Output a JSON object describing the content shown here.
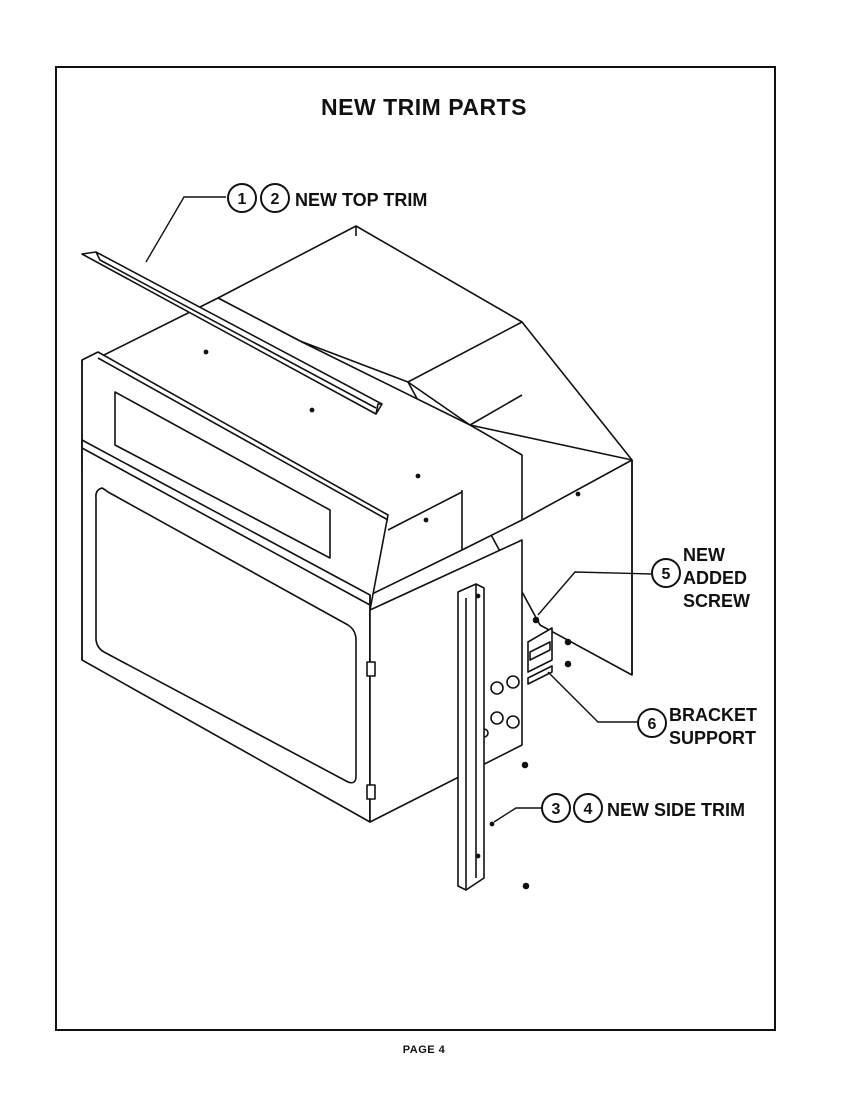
{
  "title": "NEW TRIM PARTS",
  "callouts": {
    "top_trim": {
      "num_a": "1",
      "num_b": "2",
      "label": "NEW TOP TRIM"
    },
    "screw": {
      "num": "5",
      "line1": "NEW",
      "line2": "ADDED",
      "line3": "SCREW"
    },
    "bracket": {
      "num": "6",
      "line1": "BRACKET",
      "line2": "SUPPORT"
    },
    "side_trim": {
      "num_a": "3",
      "num_b": "4",
      "label": "NEW SIDE TRIM"
    }
  },
  "footer": "PAGE 4"
}
